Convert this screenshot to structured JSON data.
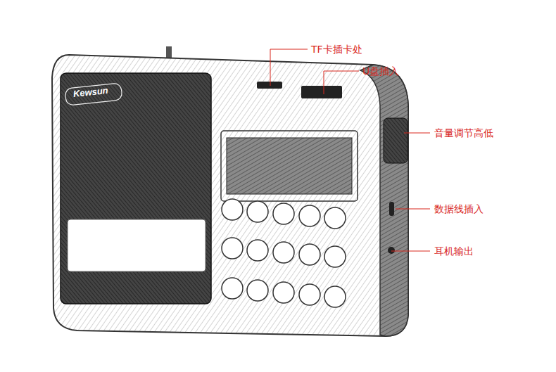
{
  "diagram": {
    "labels": [
      "TF卡插卡处",
      "U盘插入",
      "音量调节高低",
      "数据线插入",
      "耳机输出",
      "Kewsun"
    ]
  }
}
